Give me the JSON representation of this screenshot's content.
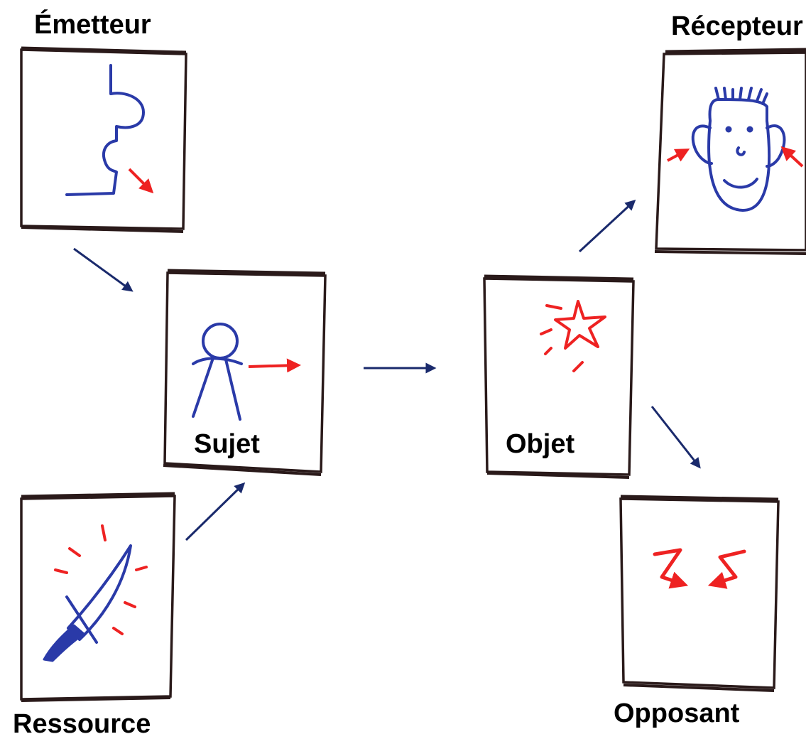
{
  "labels": {
    "emetteur": "Émetteur",
    "recepteur": "Récepteur",
    "sujet": "Sujet",
    "objet": "Objet",
    "ressource": "Ressource",
    "opposant": "Opposant"
  },
  "colors": {
    "ink_blue": "#2a3aa8",
    "arrow_navy": "#1a2a6c",
    "accent_red": "#ee2222",
    "frame": "#2a1a1a",
    "text": "#000000"
  },
  "icons": {
    "emetteur": "hand-drawn-profile-icon",
    "recepteur": "listening-face-icon",
    "sujet": "stick-figure-icon",
    "objet": "star-icon",
    "ressource": "sword-icon",
    "opposant": "opposing-arrows-icon"
  }
}
